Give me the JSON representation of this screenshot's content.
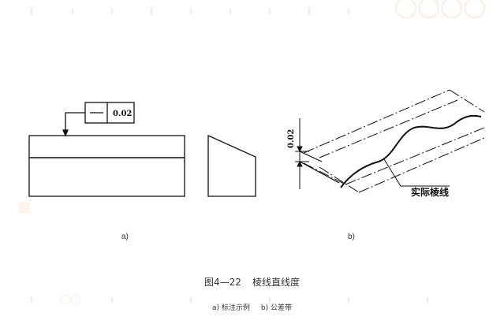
{
  "diagram_a": {
    "tolerance_symbol": "—",
    "tolerance_value": "0.02",
    "caption": "a)"
  },
  "diagram_b": {
    "dimension_value": "0.02",
    "callout": "实际棱线",
    "caption": "b)"
  },
  "figure": {
    "number": "图4—22",
    "title": "棱线直线度",
    "sub_a": "a) 标注示例",
    "sub_b": "b) 公差带"
  },
  "colors": {
    "line": "#111111",
    "text": "#333333",
    "watermark": "#eeaa78"
  }
}
